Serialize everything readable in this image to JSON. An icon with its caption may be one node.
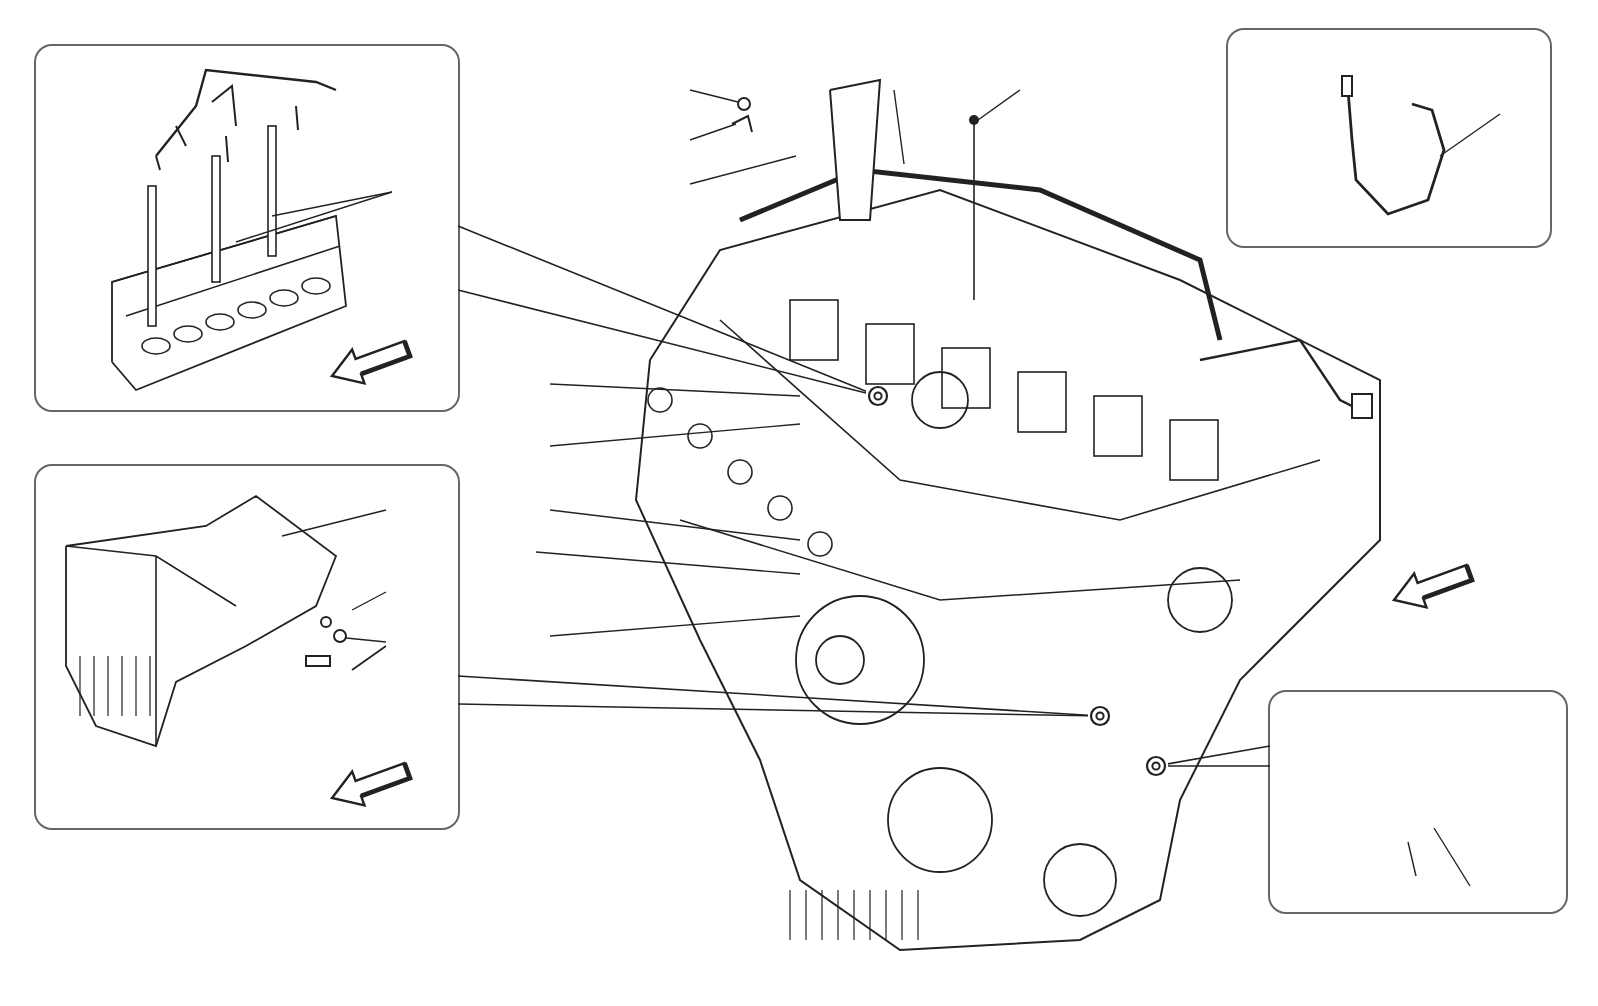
{
  "diagram": {
    "nodes": [
      {
        "text": [],
        "shape": "box"
      },
      {
        "text": [],
        "shape": "box"
      },
      {
        "text": [],
        "shape": "box"
      },
      {
        "text": [],
        "shape": "box"
      },
      {
        "text": [],
        "shape": "picture"
      },
      {
        "text": [],
        "shape": "picture",
        "in": 4
      },
      {
        "text": [],
        "shape": "picture",
        "in": 4
      },
      {
        "text": [],
        "shape": "picture",
        "in": 4
      }
    ],
    "edges": [
      {
        "from": 0,
        "to": 5,
        "arrow": "none"
      },
      {
        "from": 0,
        "to": 5,
        "arrow": "none"
      },
      {
        "from": 1,
        "to": 6,
        "arrow": "none"
      },
      {
        "from": 1,
        "to": 6,
        "arrow": "none"
      },
      {
        "from": 3,
        "to": 7,
        "arrow": "none"
      },
      {
        "from": 3,
        "to": 7,
        "arrow": "none"
      }
    ]
  }
}
